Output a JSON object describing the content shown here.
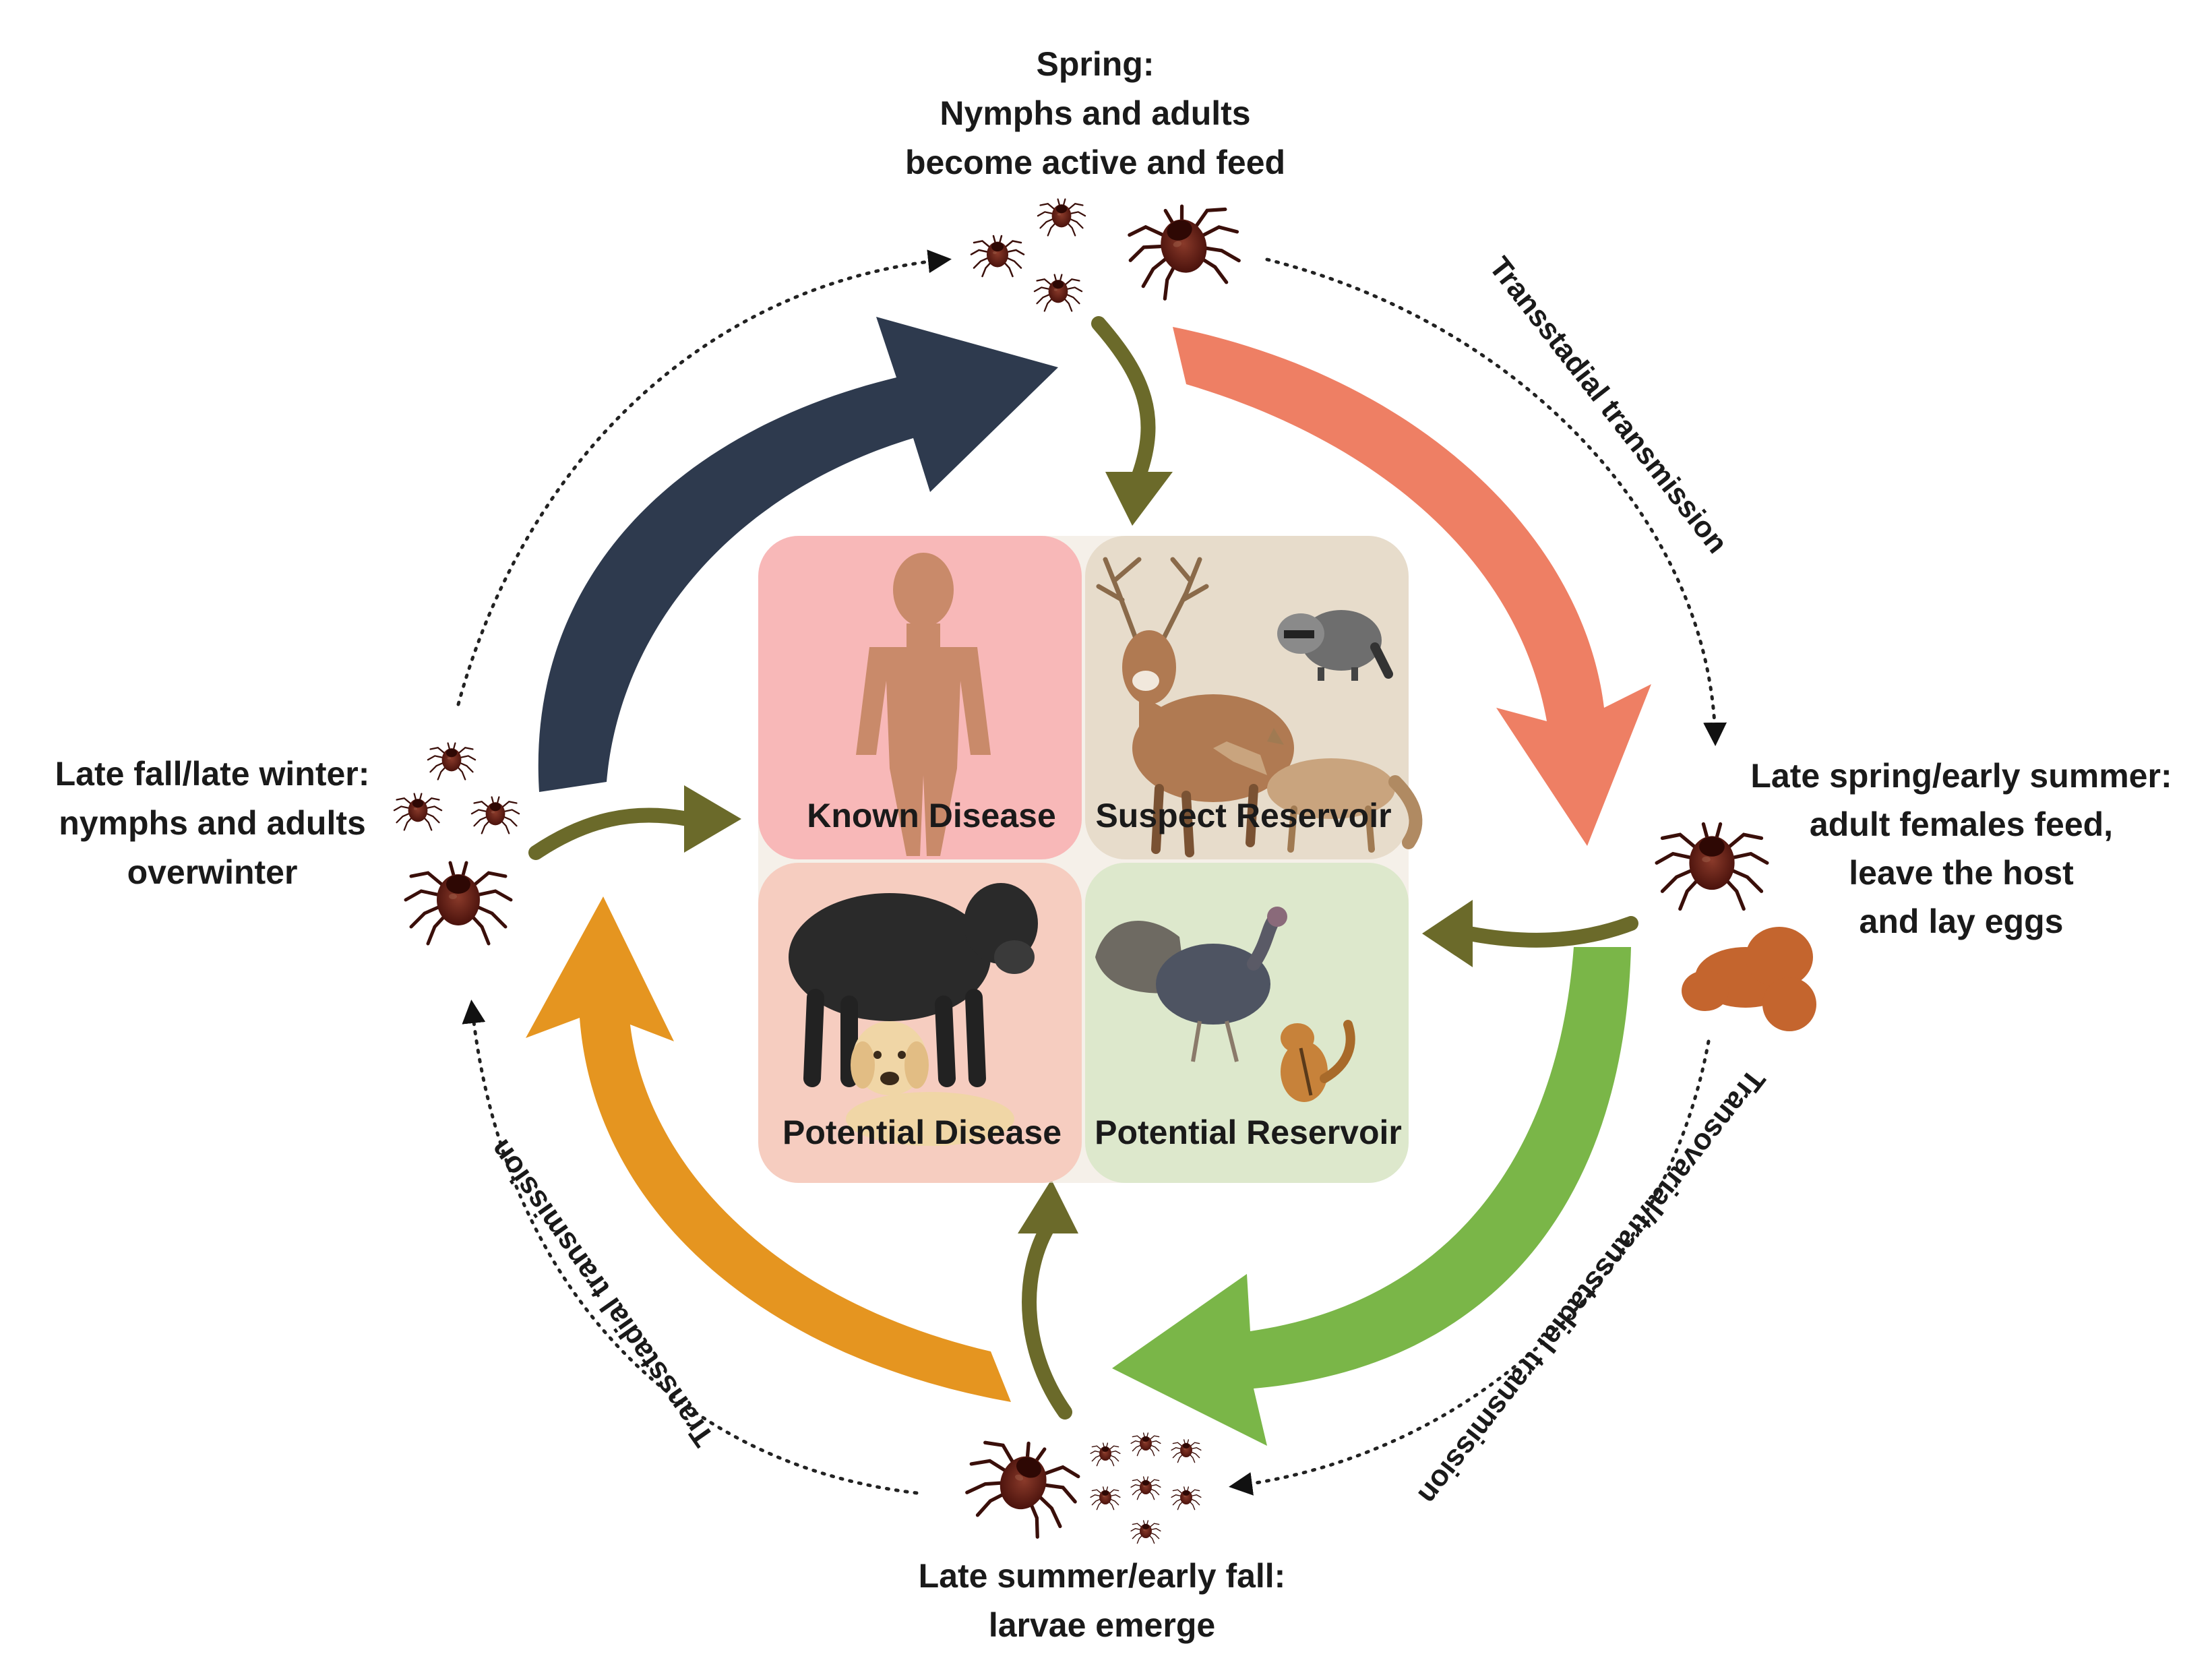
{
  "stages": {
    "spring": [
      "Spring:",
      "Nymphs and adults",
      "become active and feed"
    ],
    "late_spring": [
      "Late spring/early summer:",
      "adult females feed,",
      "leave the host",
      "and lay eggs"
    ],
    "late_summer": [
      "Late summer/early fall:",
      "larvae emerge"
    ],
    "late_fall": [
      "Late fall/late winter:",
      "nymphs and adults",
      "overwinter"
    ]
  },
  "transmission": {
    "top_right": "Transstadial transmission",
    "bottom_right": "Transovarial/transstadial transmission",
    "bottom_left": "Transstadial transmission"
  },
  "quadrants": {
    "known_disease": "Known Disease",
    "suspect_reservoir": "Suspect Reservoir",
    "potential_disease": "Potential Disease",
    "potential_reservoir": "Potential Reservoir"
  },
  "colors": {
    "arrow_navy": "#2e3a4e",
    "arrow_salmon": "#ee7f64",
    "arrow_green": "#7ab648",
    "arrow_orange": "#e59520",
    "arrow_olive": "#6b6a2a",
    "known_disease_bg": "#f8b8b8",
    "suspect_reservoir_bg": "#e7dccb",
    "potential_disease_bg": "#f6cdc0",
    "potential_reservoir_bg": "#dde8cc",
    "tick_body": "#5a1a12"
  }
}
